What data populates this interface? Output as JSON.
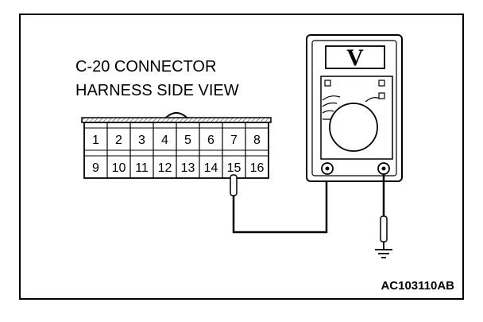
{
  "connector": {
    "title_line1": "C-20 CONNECTOR",
    "title_line2": "HARNESS SIDE VIEW",
    "pins_top": [
      "1",
      "2",
      "3",
      "4",
      "5",
      "6",
      "7",
      "8"
    ],
    "pins_bottom": [
      "9",
      "10",
      "11",
      "12",
      "13",
      "14",
      "15",
      "16"
    ],
    "probed_pin": "15"
  },
  "meter": {
    "display_symbol": "V"
  },
  "figure": {
    "id": "AC103110AB"
  }
}
